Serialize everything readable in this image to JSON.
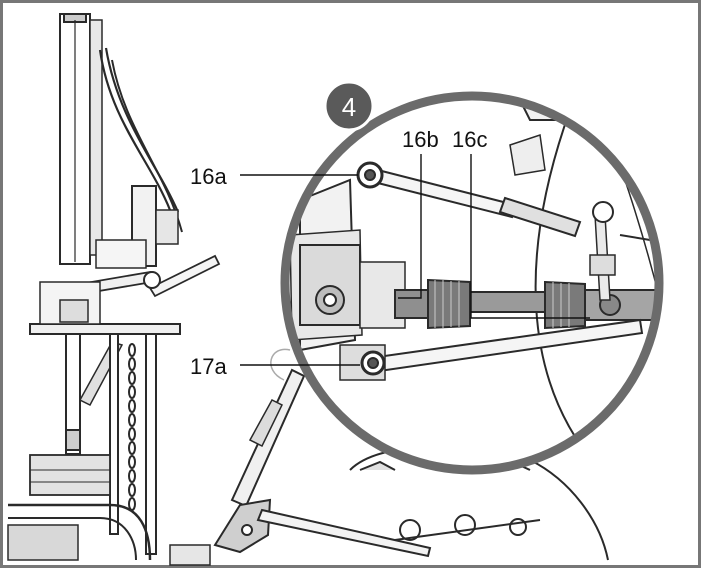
{
  "step_badge": "4",
  "callouts": [
    {
      "id": "16a",
      "text": "16a"
    },
    {
      "id": "16b",
      "text": "16b"
    },
    {
      "id": "16c",
      "text": "16c"
    },
    {
      "id": "17a",
      "text": "17a"
    }
  ],
  "colors": {
    "badge": "#5a5a5a",
    "ring": "#6b6b6b",
    "line": "#2a2a2a",
    "shade": "#9a9a9a",
    "light": "#d8d8d8"
  }
}
